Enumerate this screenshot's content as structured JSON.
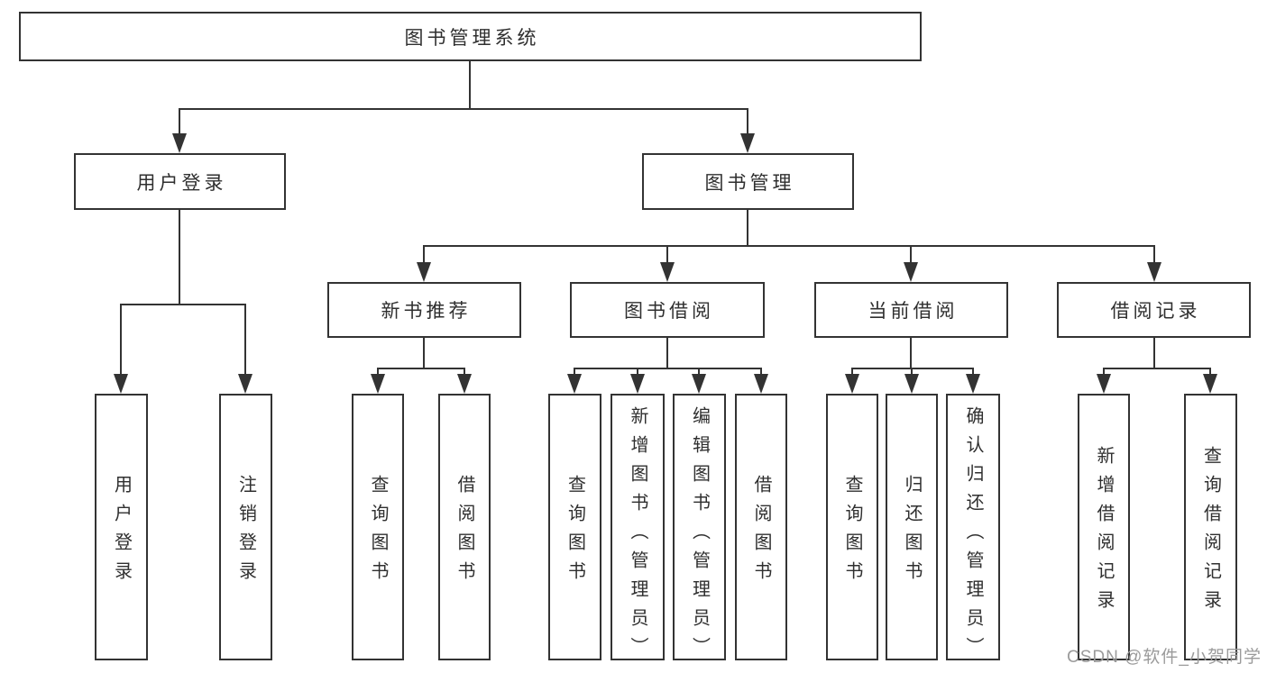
{
  "colors": {
    "line": "#333333",
    "text": "#2f2f2f",
    "box-bg": "#ffffff",
    "page-bg": "#ffffff",
    "watermark": "#9b9b9b"
  },
  "watermark": {
    "text": "CSDN @软件_小贺同学"
  },
  "tree": {
    "label": "图书管理系统",
    "children": [
      {
        "label": "用户登录",
        "children": [
          {
            "label": "用户登录"
          },
          {
            "label": "注销登录"
          }
        ]
      },
      {
        "label": "图书管理",
        "children": [
          {
            "label": "新书推荐",
            "children": [
              {
                "label": "查询图书"
              },
              {
                "label": "借阅图书"
              }
            ]
          },
          {
            "label": "图书借阅",
            "children": [
              {
                "label": "查询图书"
              },
              {
                "label": "新增图书（管理员）"
              },
              {
                "label": "编辑图书（管理员）"
              },
              {
                "label": "借阅图书"
              }
            ]
          },
          {
            "label": "当前借阅",
            "children": [
              {
                "label": "查询图书"
              },
              {
                "label": "归还图书"
              },
              {
                "label": "确认归还（管理员）"
              }
            ]
          },
          {
            "label": "借阅记录",
            "children": [
              {
                "label": "新增借阅记录"
              },
              {
                "label": "查询借阅记录"
              }
            ]
          }
        ]
      }
    ]
  }
}
